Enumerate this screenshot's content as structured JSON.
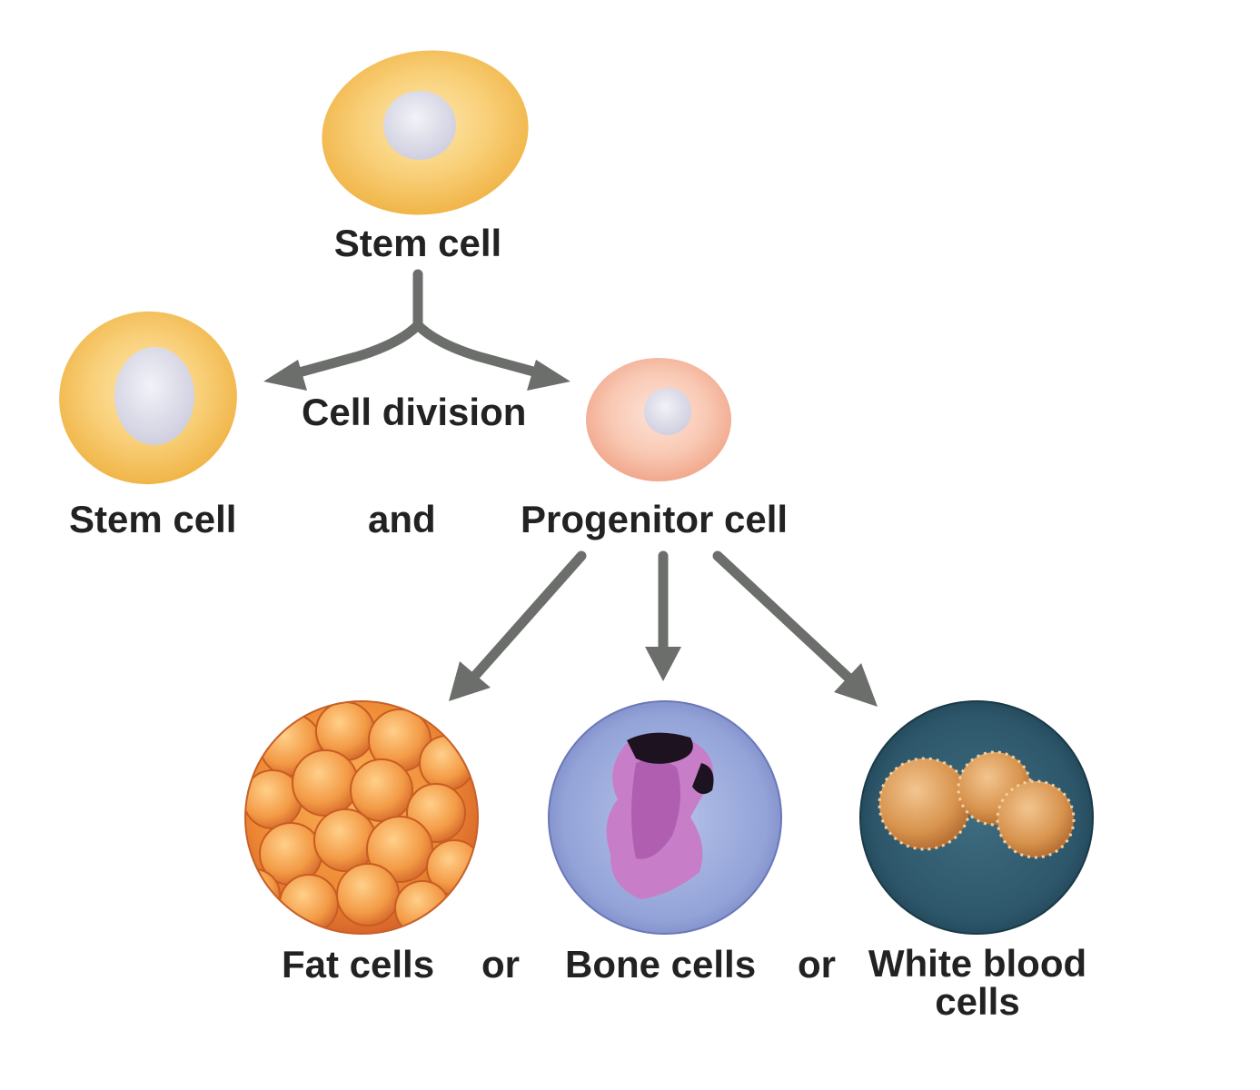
{
  "labels": {
    "stem_cell_top": "Stem cell",
    "cell_division": "Cell division",
    "stem_cell_left": "Stem cell",
    "and": "and",
    "progenitor_cell": "Progenitor cell",
    "fat_cells": "Fat cells",
    "or_1": "or",
    "bone_cells": "Bone cells",
    "or_2": "or",
    "white_blood_line1": "White blood",
    "white_blood_line2": "cells"
  },
  "colors": {
    "stem_cell_fill": "#f7c25e",
    "stem_cell_light": "#fde6a8",
    "nucleus": "#dcdcec",
    "progenitor_fill": "#f6b9a4",
    "arrow": "#6b6e6a",
    "text": "#222222"
  }
}
